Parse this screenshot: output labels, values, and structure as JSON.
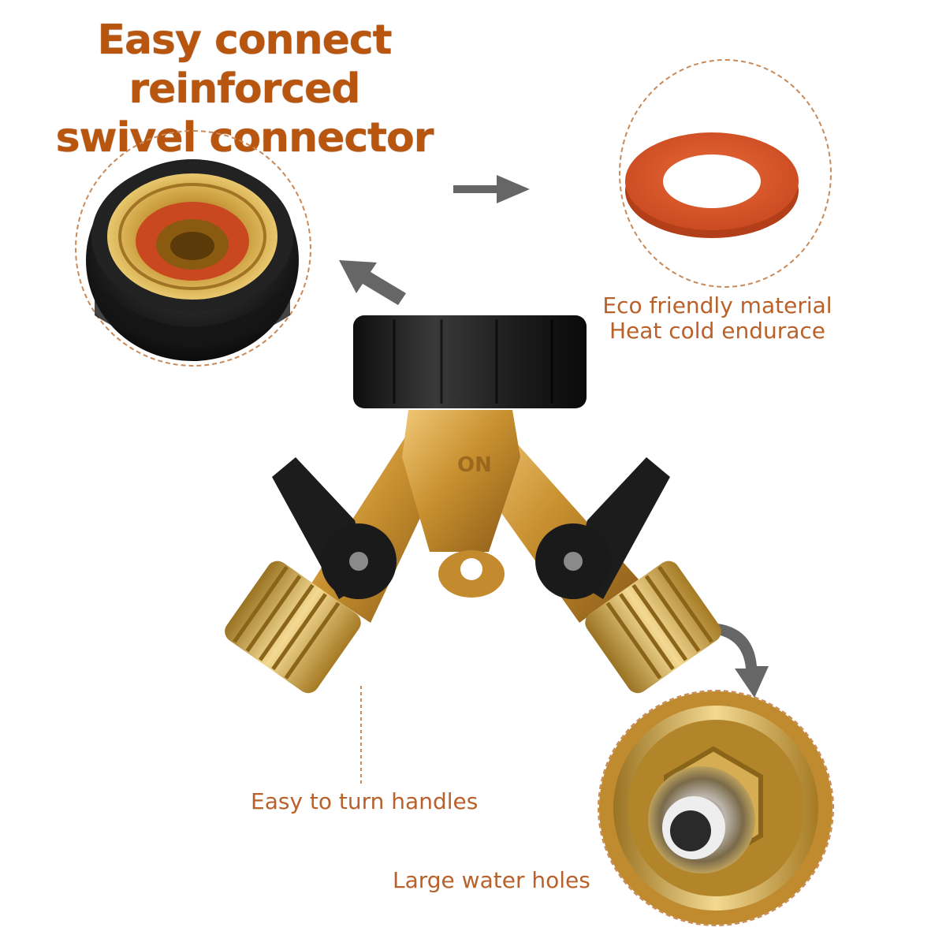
{
  "headline": {
    "line1": "Easy connect reinforced",
    "line2": "swivel connector"
  },
  "features": {
    "eco_line1": "Eco friendly material",
    "eco_line2": "Heat cold endurace",
    "handles": "Easy to turn handles",
    "holes": "Large water holes"
  },
  "colors": {
    "headline": "#b8560f",
    "caption": "#b8612a",
    "brass": "#c8953a",
    "washer": "#d9582f",
    "knob": "#1f1f1f"
  }
}
